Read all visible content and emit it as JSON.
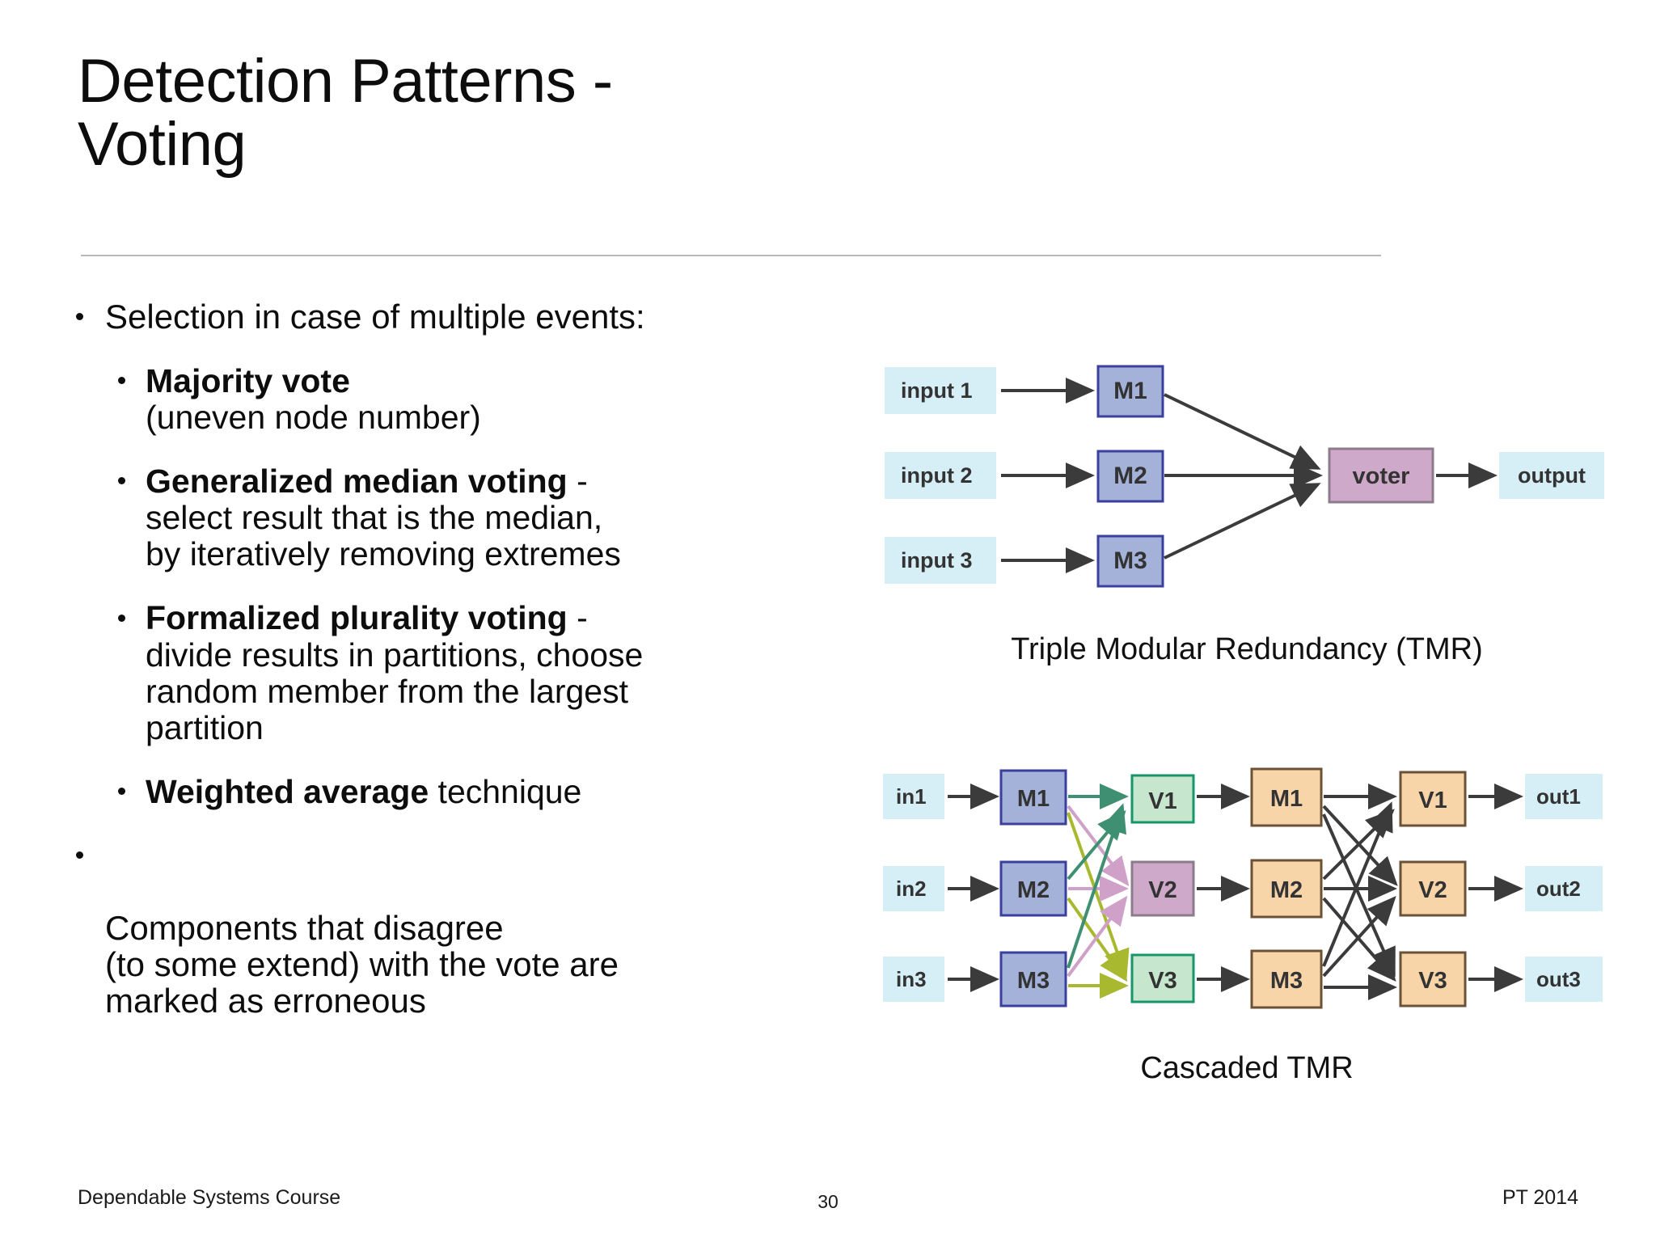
{
  "slide": {
    "title": "Detection Patterns -\nVoting",
    "number": "30"
  },
  "bullets": {
    "intro": "Selection in case of multiple events:",
    "sub_items": [
      {
        "bold": "Majority vote",
        "rest": "",
        "detail": "(uneven node number)"
      },
      {
        "bold": "Generalized median voting",
        "rest": " -",
        "detail": "select result that is the median,\nby iteratively removing extremes"
      },
      {
        "bold": "Formalized plurality voting",
        "rest": " -",
        "detail": "divide results in partitions, choose\nrandom member from the largest\npartition"
      },
      {
        "bold": "Weighted average",
        "rest": " technique",
        "detail": ""
      }
    ],
    "closing": "Components that disagree\n(to some extend) with the vote are\nmarked as erroneous"
  },
  "figures": {
    "tmr": {
      "caption": "Triple Modular Redundancy (TMR)",
      "inputs": [
        "input 1",
        "input 2",
        "input 3"
      ],
      "modules": [
        "M1",
        "M2",
        "M3"
      ],
      "voter": "voter",
      "output": "output"
    },
    "cascaded": {
      "caption": "Cascaded TMR",
      "inputs": [
        "in1",
        "in2",
        "in3"
      ],
      "stage1_modules": [
        "M1",
        "M2",
        "M3"
      ],
      "stage1_voters": [
        "V1",
        "V2",
        "V3"
      ],
      "stage2_modules": [
        "M1",
        "M2",
        "M3"
      ],
      "stage2_voters": [
        "V1",
        "V2",
        "V3"
      ],
      "outputs": [
        "out1",
        "out2",
        "out3"
      ]
    }
  },
  "footer": {
    "left": "Dependable Systems Course",
    "right": "PT 2014"
  },
  "colors": {
    "io_fill": "#d6eef5",
    "module_blue_fill": "#a4b2da",
    "module_blue_stroke": "#3b3f9e",
    "voter_mauve_fill": "#cfa9c9",
    "voter_mauve_stroke": "#8c7b8c",
    "voter_green_fill": "#c6e7cd",
    "voter_green_stroke": "#169669",
    "stage2_orange_fill": "#f8d5a8",
    "stage2_orange_stroke": "#6b5237",
    "arrow_dark": "#3b3b3b",
    "arrow_green": "#3f8f72",
    "arrow_pink": "#cfa0c8",
    "arrow_olive": "#a8b82f",
    "rule": "#b9b9b9",
    "text": "#0d0d0d",
    "box_text": "#333333"
  }
}
